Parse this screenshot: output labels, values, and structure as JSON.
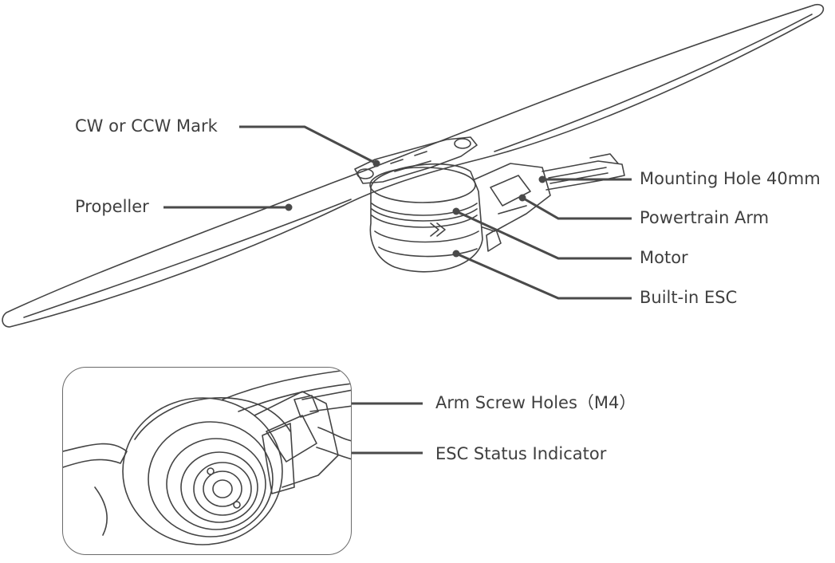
{
  "labels": {
    "cw_ccw_mark": "CW or CCW Mark",
    "propeller": "Propeller",
    "mounting_hole": "Mounting Hole 40mm",
    "powertrain_arm": "Powertrain Arm",
    "motor": "Motor",
    "builtin_esc": "Built-in ESC",
    "arm_screw_holes": "Arm Screw Holes（M4）",
    "esc_status_indicator": "ESC Status Indicator"
  },
  "colors": {
    "line": "#444444",
    "leader": "#4a4a4a",
    "text": "#3f3f3f",
    "frame": "#6a6a6a"
  }
}
